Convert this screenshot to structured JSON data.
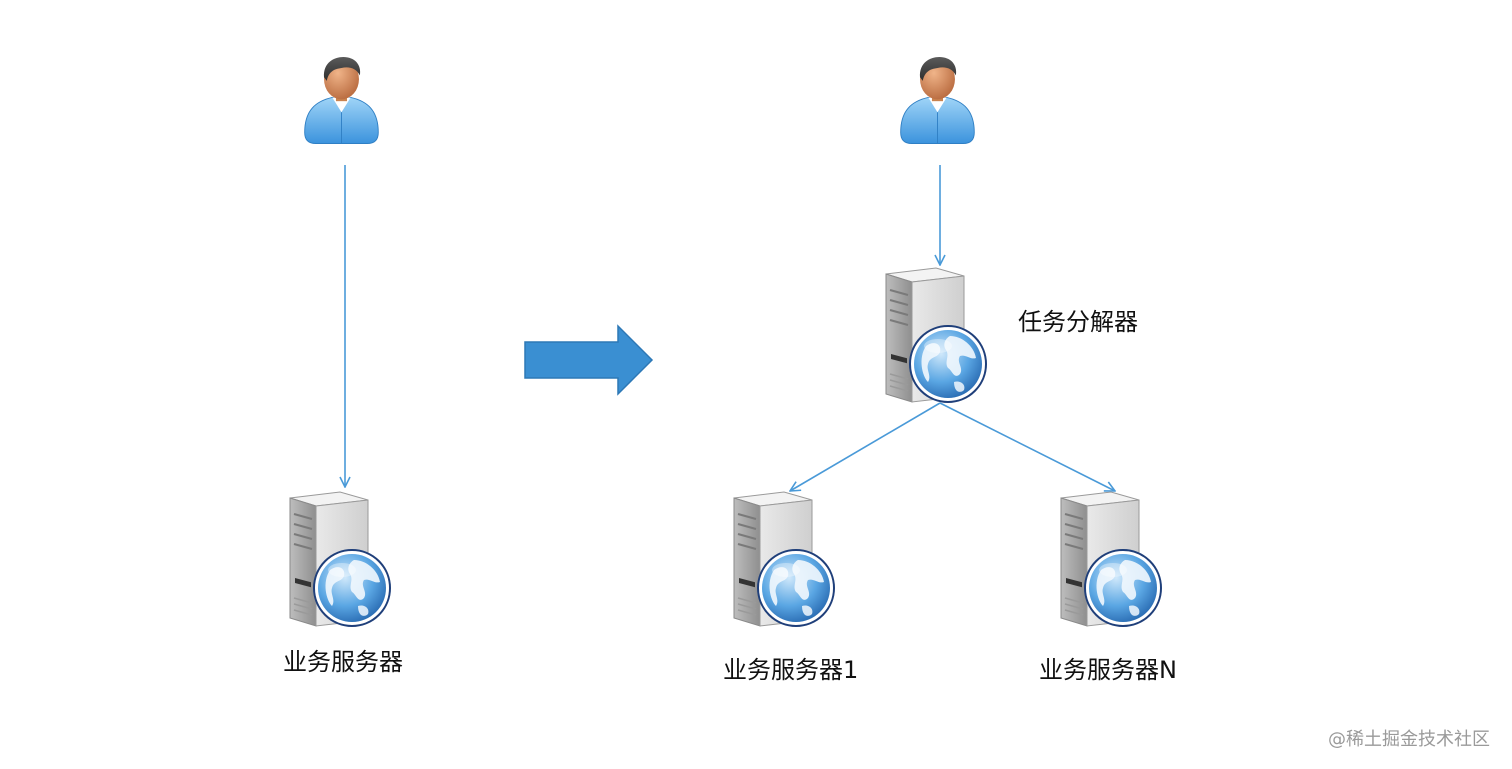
{
  "colors": {
    "connector": "#4a9ad8",
    "transform_arrow_fill": "#3a8fd2",
    "transform_arrow_stroke": "#2d78b6",
    "label": "#111111",
    "watermark": "#9a9a9a"
  },
  "left": {
    "server_label": "业务服务器"
  },
  "right": {
    "splitter_label": "任务分解器",
    "server1_label": "业务服务器1",
    "serverN_label": "业务服务器N"
  },
  "watermark": "@稀土掘金技术社区"
}
